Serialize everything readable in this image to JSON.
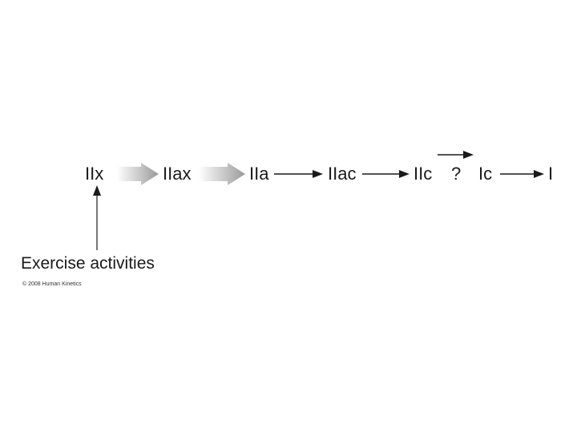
{
  "diagram": {
    "fiber_types": [
      "IIx",
      "IIax",
      "IIa",
      "IIac",
      "IIc",
      "?",
      "Ic",
      "I"
    ],
    "stimulus_label": "Exercise activities",
    "copyright": "© 2008 Human Kinetics",
    "colors": {
      "text": "#1a1a1a",
      "arrow": "#1a1a1a",
      "gradient_arrow_start": "#ffffff",
      "gradient_arrow_end": "#9a9a9a"
    }
  }
}
